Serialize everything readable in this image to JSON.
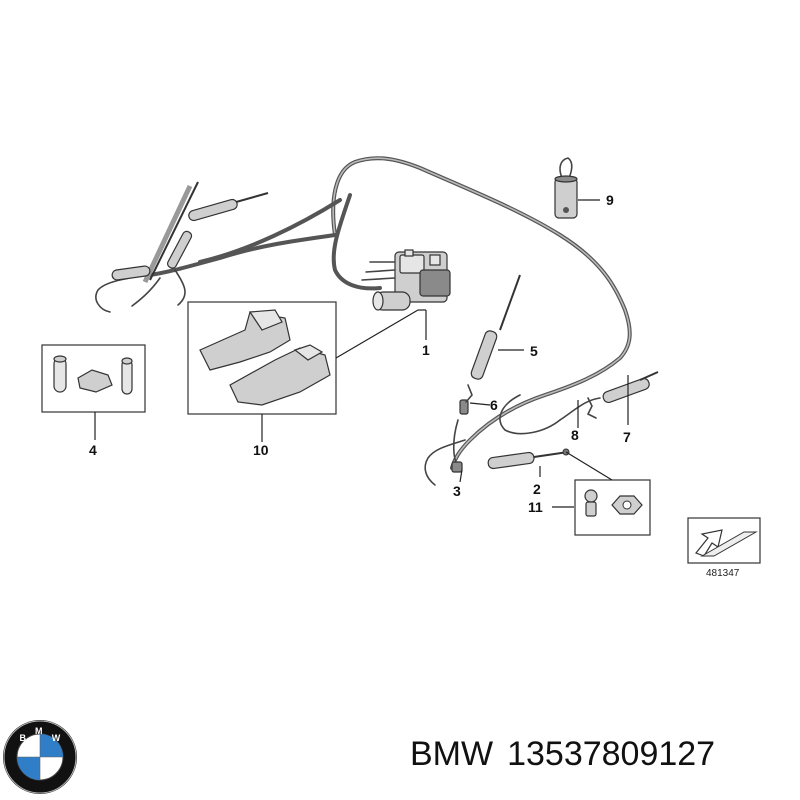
{
  "callouts": {
    "c1": "1",
    "c2": "2",
    "c3": "3",
    "c4": "4",
    "c5": "5",
    "c6": "6",
    "c7": "7",
    "c8": "8",
    "c9": "9",
    "c10": "10",
    "c11": "11"
  },
  "diagram_ref": "481347",
  "caption": {
    "brand": "BMW",
    "part_number": "13537809127"
  },
  "logo": {
    "text": "BMW",
    "colors": {
      "blue": "#2f7ec7",
      "white": "#ffffff",
      "ring": "#111111"
    }
  }
}
